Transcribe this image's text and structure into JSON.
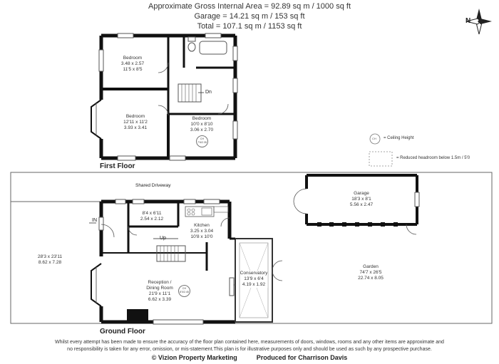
{
  "header": {
    "gross_area": "Approximate Gross Internal Area = 92.89 sq m / 1000 sq ft",
    "garage_area": "Garage = 14.21 sq m / 153 sq ft",
    "total_area": "Total = 107.1 sq m / 1153 sq ft"
  },
  "compass": {
    "label": "N"
  },
  "first_floor": {
    "title": "First Floor",
    "rooms": [
      {
        "name": "Bedroom",
        "dims_m": "3.48 x 2.57",
        "dims_ft": "11'5 x 8'5"
      },
      {
        "name": "Bedroom",
        "dims_ft": "12'11 x 11'2",
        "dims_m": "3.93 x 3.41"
      },
      {
        "name": "Bedroom",
        "dims_ft": "10'0 x 8'10",
        "dims_m": "3.06 x 2.70"
      }
    ],
    "stair_label": "Dn",
    "ceiling_marker": {
      "label": "CH",
      "value": "7'6/2.35"
    }
  },
  "legend": {
    "ceiling_label": "= Ceiling Height",
    "ceiling_symbol": "CH",
    "reduced_label": "= Reduced headroom below 1.5m / 5'0"
  },
  "ground_floor": {
    "title": "Ground Floor",
    "driveway": "Shared Driveway",
    "front_garden": {
      "dims_ft": "28'3 x 23'11",
      "dims_m": "8.62 x 7.28"
    },
    "entry_label": "IN",
    "wc": {
      "dims_ft": "8'4 x 6'11",
      "dims_m": "2.54 x 2.12"
    },
    "kitchen": {
      "name": "Kitchen",
      "dims_m": "3.25 x 3.04",
      "dims_ft": "10'8 x 10'0"
    },
    "stair_label": "Up",
    "reception": {
      "name_line1": "Reception /",
      "name_line2": "Dining Room",
      "dims_ft": "21'9 x 11'1",
      "dims_m": "6.62 x 3.39"
    },
    "reception_ceiling": {
      "label": "CH",
      "value": "8'0/2.45"
    },
    "conservatory": {
      "name": "Conservatory",
      "dims_ft": "13'9 x 6'4",
      "dims_m": "4.19 x 1.92"
    },
    "garage": {
      "name": "Garage",
      "dims_ft": "18'3 x 8'1",
      "dims_m": "5.56 x 2.47"
    },
    "garden": {
      "name": "Garden",
      "dims_ft": "74'7 x 26'5",
      "dims_m": "22.74 x 8.05"
    }
  },
  "footer": {
    "disclaimer_line1": "Whilst every attempt has been made to ensure the accuracy of the floor plan contained here, measurements of doors, windows, rooms and any other items are approximate and",
    "disclaimer_line2": "no responsibility is taken for any error, omission, or mis-statement.This plan is for illustrative purposes only and should be used as such by any prospective purchase.",
    "copyright": "© Vizion Property Marketing",
    "produced_for": "Produced for Charrison Davis"
  },
  "colors": {
    "wall": "#111111",
    "line": "#555555",
    "text": "#333333"
  }
}
